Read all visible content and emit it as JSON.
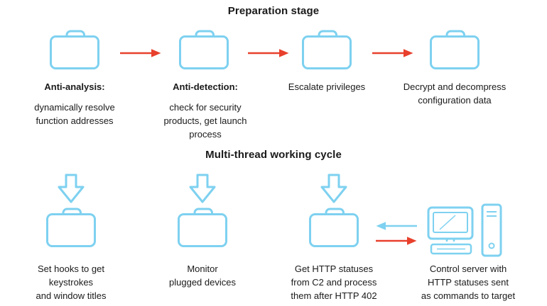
{
  "colors": {
    "accent_blue": "#7ed1f0",
    "accent_red": "#e8402c",
    "text": "#1a1a1a",
    "background": "#ffffff"
  },
  "preparation": {
    "title": "Preparation stage",
    "steps": [
      {
        "heading": "Anti-analysis:",
        "desc": "dynamically resolve\nfunction addresses"
      },
      {
        "heading": "Anti-detection:",
        "desc": "check for security\nproducts, get launch\nprocess"
      },
      {
        "desc": "Escalate privileges"
      },
      {
        "desc": "Decrypt and decompress\nconfiguration data"
      }
    ]
  },
  "working_cycle": {
    "title": "Multi-thread working cycle",
    "threads": [
      {
        "desc": "Set hooks to get\nkeystrokes\nand window titles"
      },
      {
        "desc": "Monitor\nplugged devices"
      },
      {
        "desc": "Get HTTP statuses\nfrom C2 and process\nthem after HTTP 402"
      },
      {
        "desc": "Control server with\nHTTP statuses sent\nas commands to target"
      }
    ]
  },
  "icons": {
    "folder": "folder-icon",
    "right_arrow": "right-arrow-icon",
    "left_arrow": "left-arrow-icon",
    "down_arrow": "down-arrow-icon",
    "computer": "control-server-icon"
  }
}
